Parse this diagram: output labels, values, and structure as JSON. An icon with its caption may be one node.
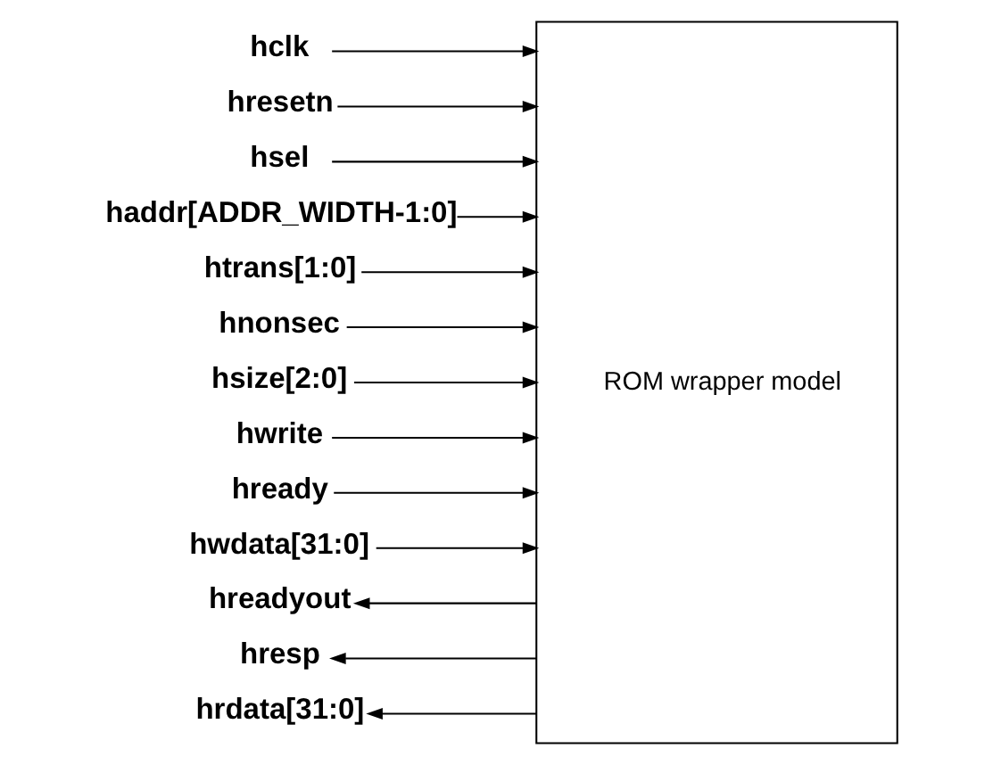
{
  "diagram": {
    "nodes": [
      {
        "text": [
          "hclk"
        ]
      },
      {
        "text": [
          "hresetn"
        ]
      },
      {
        "text": [
          "hsel"
        ]
      },
      {
        "text": [
          "haddr[ADDR_WIDTH-1:0]"
        ]
      },
      {
        "text": [
          "htrans[1:0]"
        ]
      },
      {
        "text": [
          "hnonsec"
        ]
      },
      {
        "text": [
          "hsize[2:0]"
        ]
      },
      {
        "text": [
          "hwrite"
        ]
      },
      {
        "text": [
          "hready"
        ]
      },
      {
        "text": [
          "hwdata[31:0]"
        ]
      },
      {
        "text": [
          "hreadyout"
        ]
      },
      {
        "text": [
          "hresp"
        ]
      },
      {
        "text": [
          "hrdata[31:0]"
        ]
      },
      {
        "text": [
          "ROM wrapper model"
        ]
      }
    ],
    "edges": [
      {
        "from": 0,
        "to": 13,
        "arrow": "to"
      },
      {
        "from": 1,
        "to": 13,
        "arrow": "to"
      },
      {
        "from": 2,
        "to": 13,
        "arrow": "to"
      },
      {
        "from": 3,
        "to": 13,
        "arrow": "to"
      },
      {
        "from": 4,
        "to": 13,
        "arrow": "to"
      },
      {
        "from": 5,
        "to": 13,
        "arrow": "to"
      },
      {
        "from": 6,
        "to": 13,
        "arrow": "to"
      },
      {
        "from": 7,
        "to": 13,
        "arrow": "to"
      },
      {
        "from": 8,
        "to": 13,
        "arrow": "to"
      },
      {
        "from": 9,
        "to": 13,
        "arrow": "to"
      },
      {
        "from": 13,
        "to": 10,
        "arrow": "to"
      },
      {
        "from": 13,
        "to": 11,
        "arrow": "to"
      },
      {
        "from": 13,
        "to": 12,
        "arrow": "to"
      }
    ]
  }
}
